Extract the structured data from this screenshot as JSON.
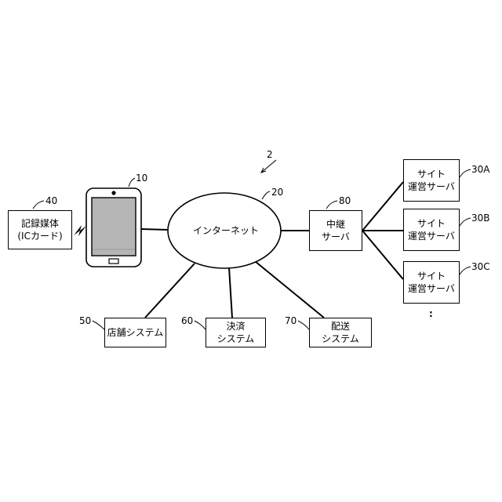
{
  "figure_number": "2",
  "internet": {
    "ref": "20",
    "label": "インターネット"
  },
  "smartphone": {
    "ref": "10"
  },
  "recording_medium": {
    "ref": "40",
    "line1": "記録媒体",
    "line2": "(ICカード)"
  },
  "relay_server": {
    "ref": "80",
    "line1": "中継",
    "line2": "サーバ"
  },
  "site_servers": [
    {
      "ref": "30A",
      "line1": "サイト",
      "line2": "運営サーバ"
    },
    {
      "ref": "30B",
      "line1": "サイト",
      "line2": "運営サーバ"
    },
    {
      "ref": "30C",
      "line1": "サイト",
      "line2": "運営サーバ"
    }
  ],
  "ellipsis": ":",
  "store_system": {
    "ref": "50",
    "line1": "店舗システム"
  },
  "payment_system": {
    "ref": "60",
    "line1": "決済",
    "line2": "システム"
  },
  "delivery_system": {
    "ref": "70",
    "line1": "配送",
    "line2": "システム"
  }
}
